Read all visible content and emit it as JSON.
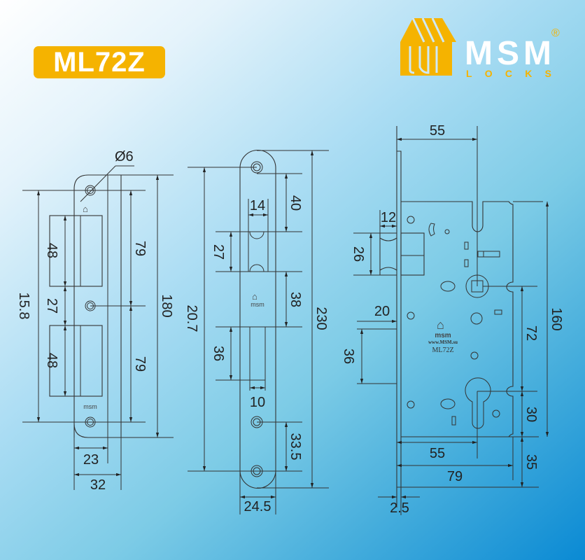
{
  "title": "ML72Z",
  "brand": {
    "name": "MSM",
    "sub": "LOCKS",
    "registered": "®",
    "color": "#f5b300",
    "plate_logo": "msm",
    "url": "www.MSM.su",
    "model": "ML72Z"
  },
  "strike_plate": {
    "hole": "Ø6",
    "d_158": "15.8",
    "d_48a": "48",
    "d_27": "27",
    "d_48b": "48",
    "d_79a": "79",
    "d_79b": "79",
    "d_180": "180",
    "d_23": "23",
    "d_32": "32"
  },
  "face_plate": {
    "d_14": "14",
    "d_40": "40",
    "d_27": "27",
    "d_38": "38",
    "d_36": "36",
    "d_10": "10",
    "d_207": "20.7",
    "d_230": "230",
    "d_335": "33.5",
    "d_245": "24.5"
  },
  "lock_body": {
    "d_55top": "55",
    "d_12": "12",
    "d_26": "26",
    "d_20": "20",
    "d_36": "36",
    "d_72": "72",
    "d_30": "30",
    "d_160": "160",
    "d_35": "35",
    "d_55bot": "55",
    "d_79": "79",
    "d_25": "2.5"
  }
}
